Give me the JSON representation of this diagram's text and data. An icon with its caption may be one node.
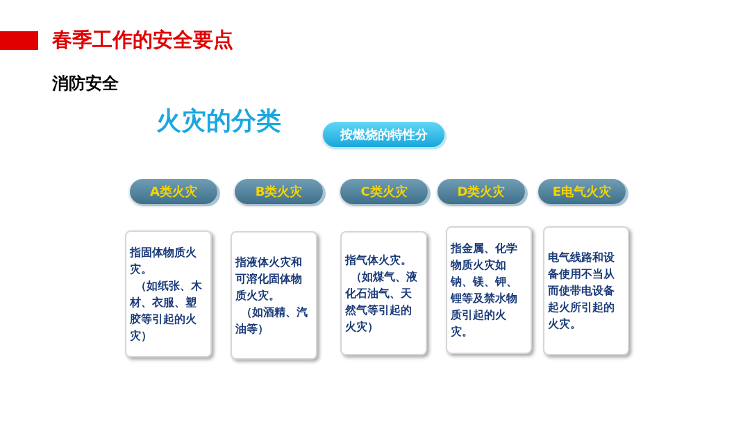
{
  "diagram": {
    "title": "春季工作的安全要点",
    "nodes": [
      {
        "text": [
          "按燃烧的特性分"
        ]
      },
      {
        "text": [
          "A类火灾"
        ]
      },
      {
        "text": [
          "B类火灾"
        ]
      },
      {
        "text": [
          "C类火灾"
        ]
      },
      {
        "text": [
          "D类火灾"
        ]
      },
      {
        "text": [
          "E电气火灾"
        ]
      },
      {
        "text": [
          "指固体物质火灾。",
          "（如纸张、木材、衣服、塑胶等引起的火灾）"
        ]
      },
      {
        "text": [
          "指液体火灾和可溶化固体物质火灾。",
          "（如酒精、汽油等）"
        ]
      },
      {
        "text": [
          "指气体火灾。",
          "（如煤气、液化石油气、天然气等引起的火灾）"
        ]
      },
      {
        "text": [
          "指金属、化学物质火灾如钠、镁、钾、锂等及禁水物质引起的火灾。"
        ]
      },
      {
        "text": [
          "电气线路和设备使用不当从而使带电设备起火所引起的火灾。"
        ]
      }
    ],
    "labels": [
      "消防安全",
      "火灾的分类"
    ]
  }
}
